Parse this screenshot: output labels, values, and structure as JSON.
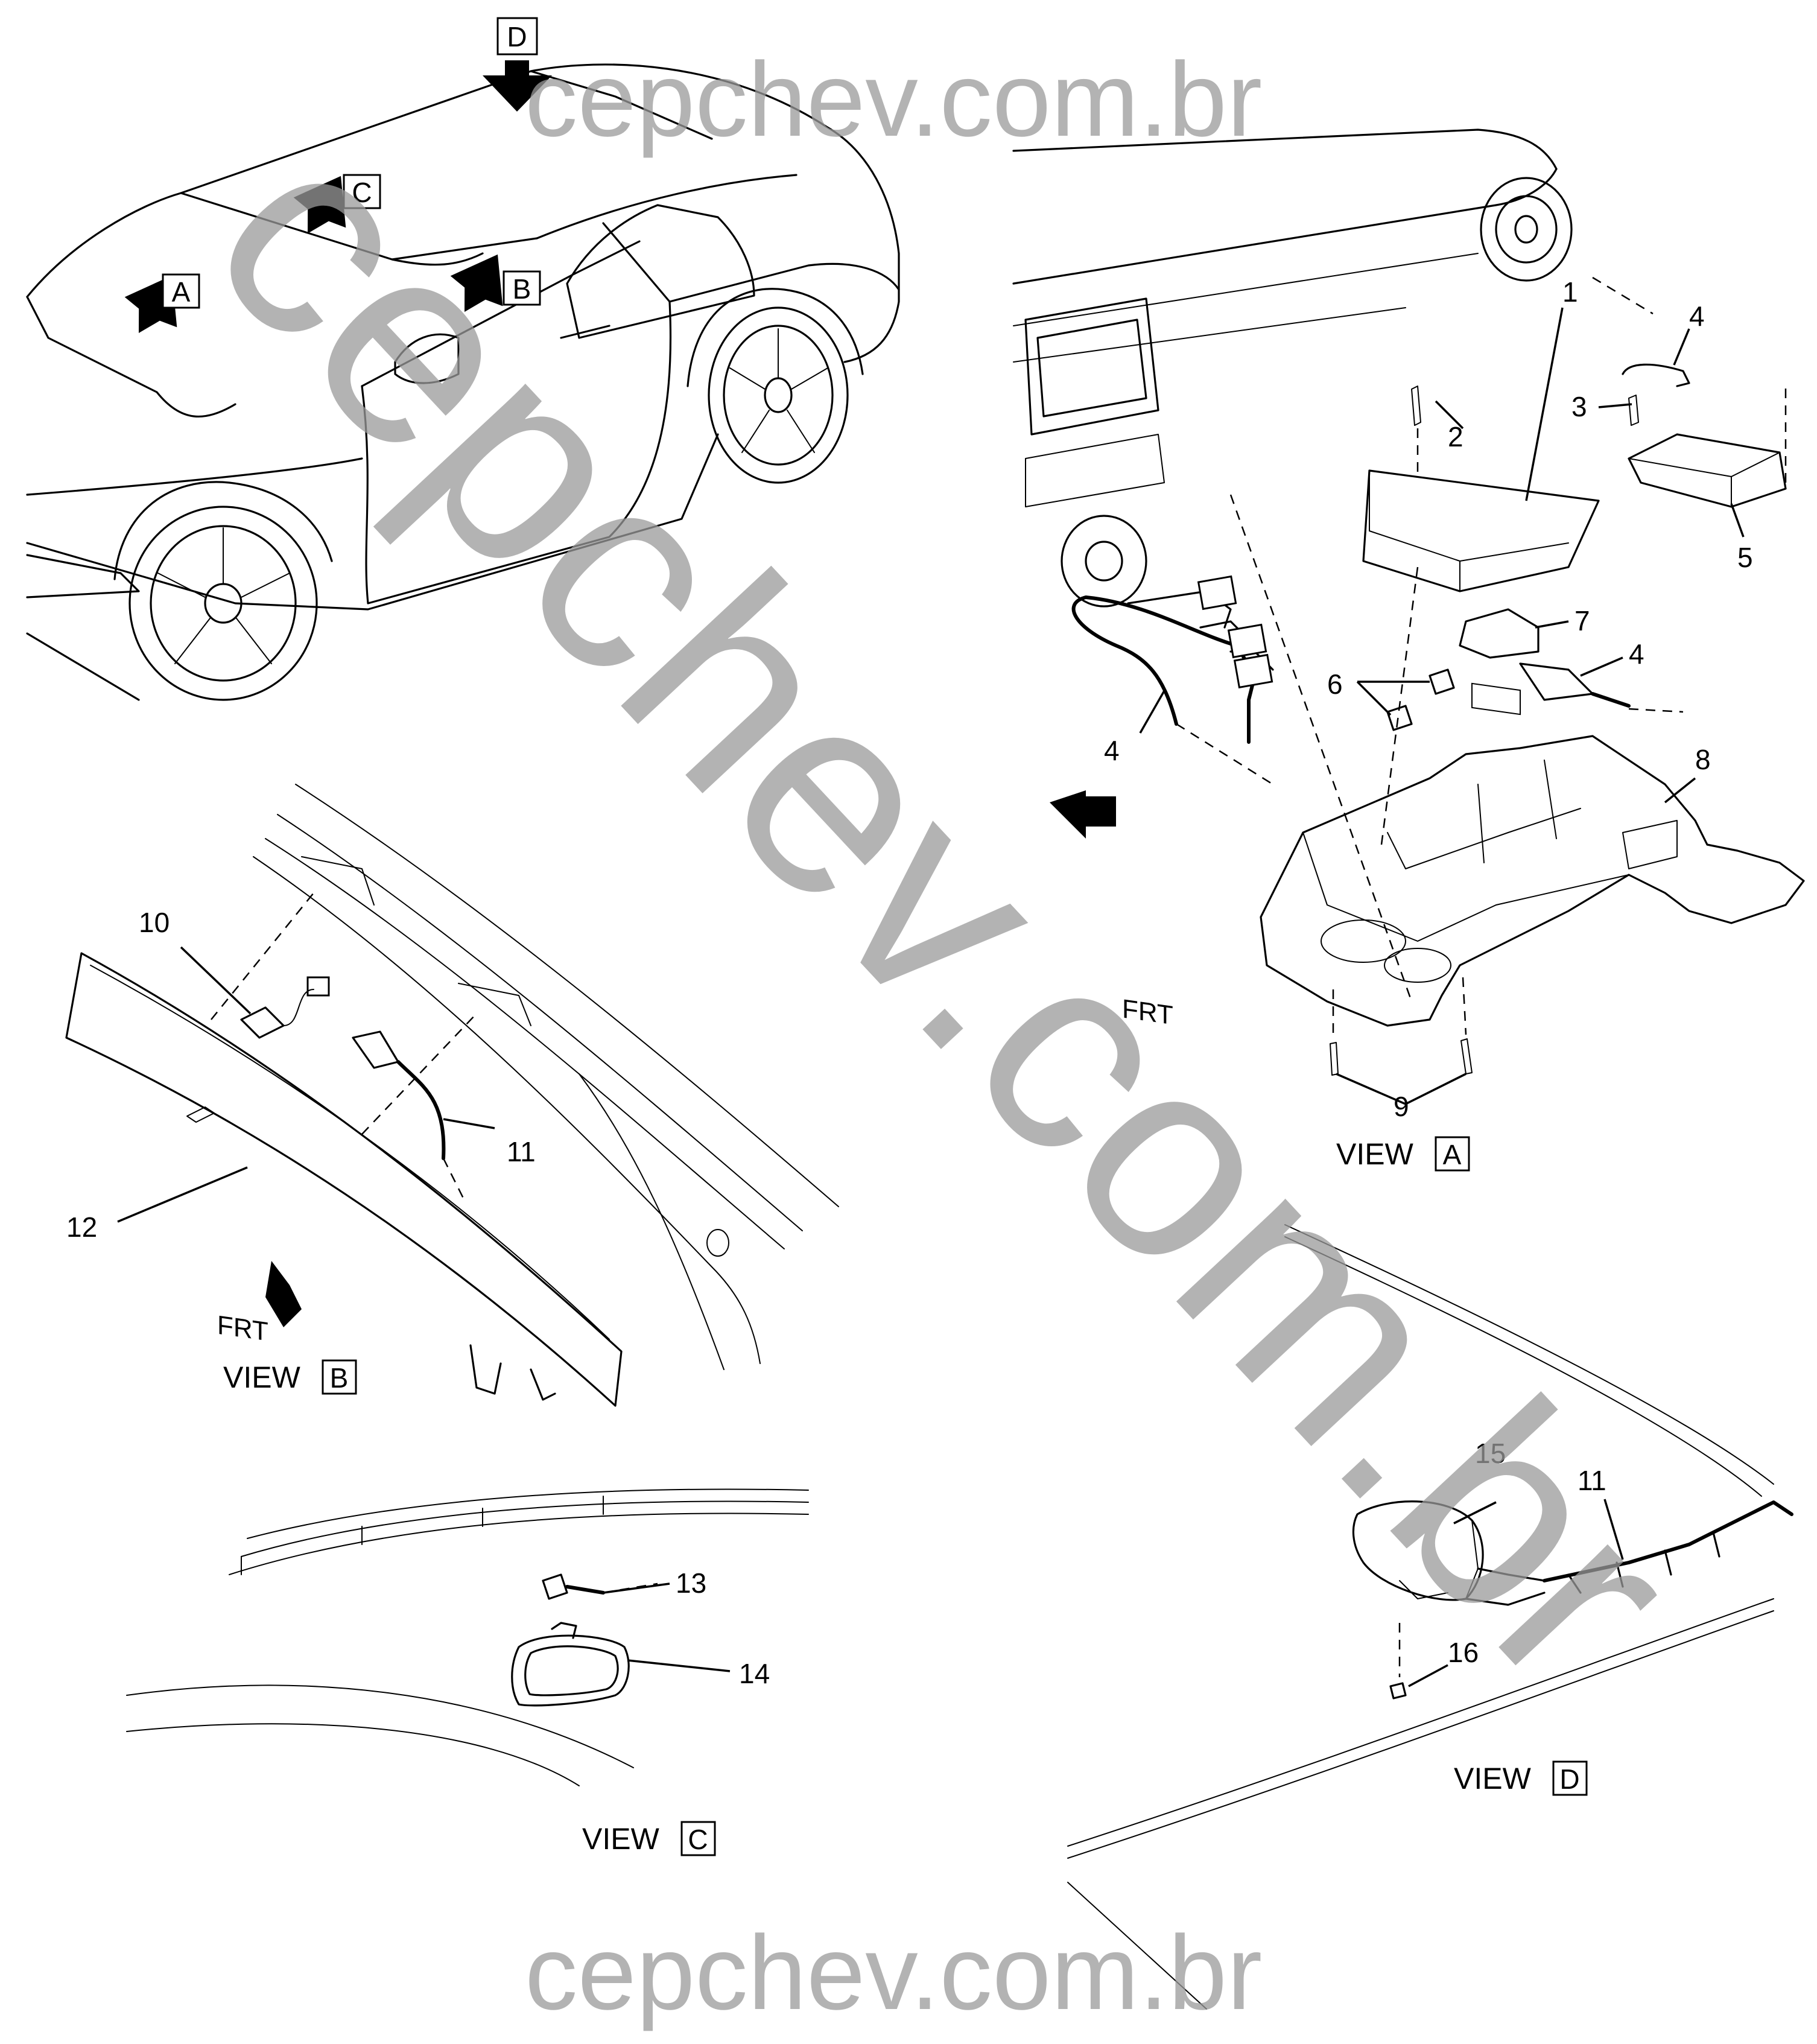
{
  "watermark": {
    "text": "cepchev.com.br",
    "color": "#9a9a9a"
  },
  "view_arrows": [
    {
      "letter": "A"
    },
    {
      "letter": "B"
    },
    {
      "letter": "C"
    },
    {
      "letter": "D"
    }
  ],
  "views": {
    "a": {
      "prefix": "VIEW",
      "letter": "A"
    },
    "b": {
      "prefix": "VIEW",
      "letter": "B"
    },
    "c": {
      "prefix": "VIEW",
      "letter": "C"
    },
    "d": {
      "prefix": "VIEW",
      "letter": "D"
    }
  },
  "frt_label": "FRT",
  "callouts": {
    "c1": "1",
    "c2": "2",
    "c3": "3",
    "c4a": "4",
    "c4b": "4",
    "c4c": "4",
    "c5": "5",
    "c6": "6",
    "c7": "7",
    "c8": "8",
    "c9": "9",
    "c10": "10",
    "c11a": "11",
    "c11b": "11",
    "c12": "12",
    "c13": "13",
    "c14": "14",
    "c15": "15",
    "c16": "16"
  },
  "icons": {
    "view_arrow": "down-arrow-icon",
    "frt": "front-direction-arrow-icon"
  }
}
